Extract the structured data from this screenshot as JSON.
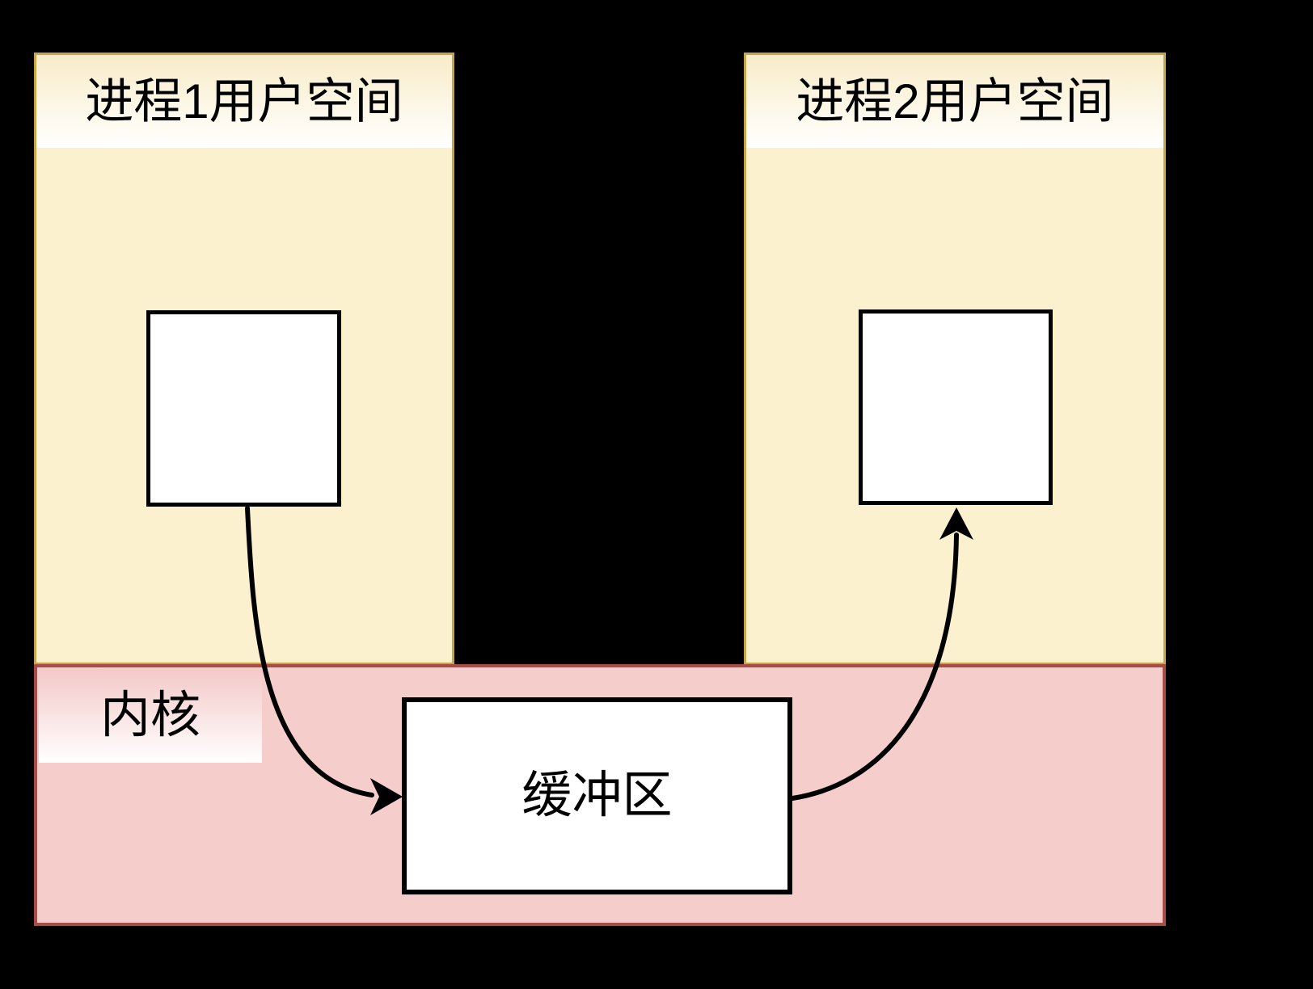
{
  "diagram": {
    "process1": {
      "title": "进程1用户空间"
    },
    "process2": {
      "title": "进程2用户空间"
    },
    "kernel": {
      "label": "内核"
    },
    "buffer": {
      "label": "缓冲区"
    }
  },
  "colors": {
    "background": "#000000",
    "user_space_fill": "#FCF1CF",
    "user_space_border": "#C6A54A",
    "header_gradient_top": "#F8ECC8",
    "header_gradient_bottom": "#FFFFFF",
    "kernel_fill": "#F5CDCB",
    "kernel_border": "#A94C47",
    "kernel_label_gradient_top": "#F3C9C8",
    "kernel_label_gradient_bottom": "#FFFFFF",
    "block_fill": "#FFFFFF",
    "block_border": "#000000",
    "arrow": "#000000",
    "text": "#000000"
  }
}
